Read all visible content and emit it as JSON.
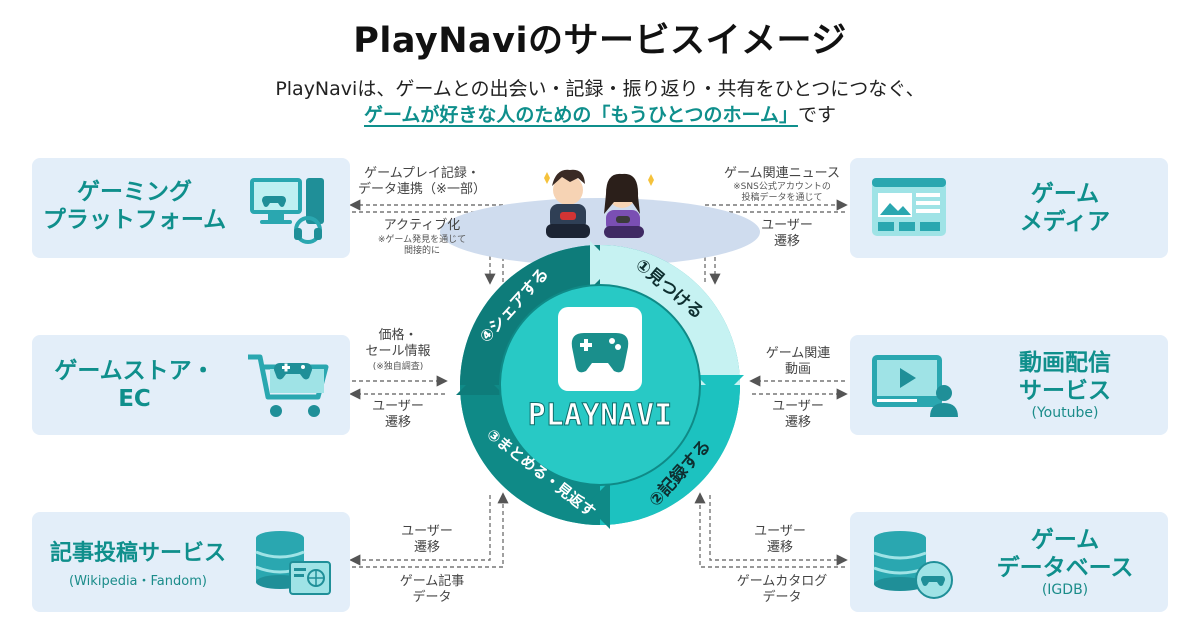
{
  "header": {
    "title": "PlayNaviのサービスイメージ",
    "subtitle_line1": "PlayNaviは、ゲームとの出会い・記録・振り返り・共有をひとつにつなぐ、",
    "subtitle_line2_emphasis": "ゲームが好きな人のための「もうひとつのホーム」",
    "subtitle_line2_tail": "です"
  },
  "cards": {
    "gaming_platform": {
      "line1": "ゲーミング",
      "line2": "プラットフォーム",
      "icon": "pc-console-icon"
    },
    "game_media": {
      "line1": "ゲーム",
      "line2": "メディア",
      "icon": "web-article-icon"
    },
    "game_store": {
      "line1": "ゲームストア・",
      "line2": "EC",
      "icon": "shopping-cart-gamepad-icon"
    },
    "video_service": {
      "line1": "動画配信",
      "line2": "サービス",
      "note": "(Youtube)",
      "icon": "video-player-user-icon"
    },
    "article_service": {
      "line1": "記事投稿サービス",
      "note": "(Wikipedia・Fandom)",
      "icon": "database-book-icon"
    },
    "game_database": {
      "line1": "ゲーム",
      "line2": "データベース",
      "note": "(IGDB)",
      "icon": "database-gamepad-icon"
    }
  },
  "flows": {
    "platform_out_1": "ゲームプレイ記録・",
    "platform_out_2": "データ連携（※一部）",
    "platform_in_1": "アクティブ化",
    "platform_in_note_1": "※ゲーム発見を通じて",
    "platform_in_note_2": "間接的に",
    "media_in_1": "ゲーム関連ニュース",
    "media_in_note_1": "※SNS公式アカウントの",
    "media_in_note_2": "投稿データを通じて",
    "media_out_1": "ユーザー",
    "media_out_2": "遷移",
    "store_in_1": "価格・",
    "store_in_2": "セール情報",
    "store_in_note": "(※独自調査)",
    "store_out_1": "ユーザー",
    "store_out_2": "遷移",
    "video_in_1": "ゲーム関連",
    "video_in_2": "動画",
    "video_out_1": "ユーザー",
    "video_out_2": "遷移",
    "article_out_1": "ユーザー",
    "article_out_2": "遷移",
    "article_in_1": "ゲーム記事",
    "article_in_2": "データ",
    "db_out_1": "ユーザー",
    "db_out_2": "遷移",
    "db_in_1": "ゲームカタログ",
    "db_in_2": "データ"
  },
  "cycle": {
    "step1": "①見つける",
    "step2": "②記録する",
    "step3": "③まとめる・見返す",
    "step4": "④シェアする",
    "logo": "PLAYNAVI"
  },
  "colors": {
    "teal_dark": "#0f8a87",
    "teal_mid": "#1cc2c0",
    "teal_light": "#c6f2f2",
    "card_bg": "#e3eef9",
    "accent_text": "#0f8f8c"
  }
}
